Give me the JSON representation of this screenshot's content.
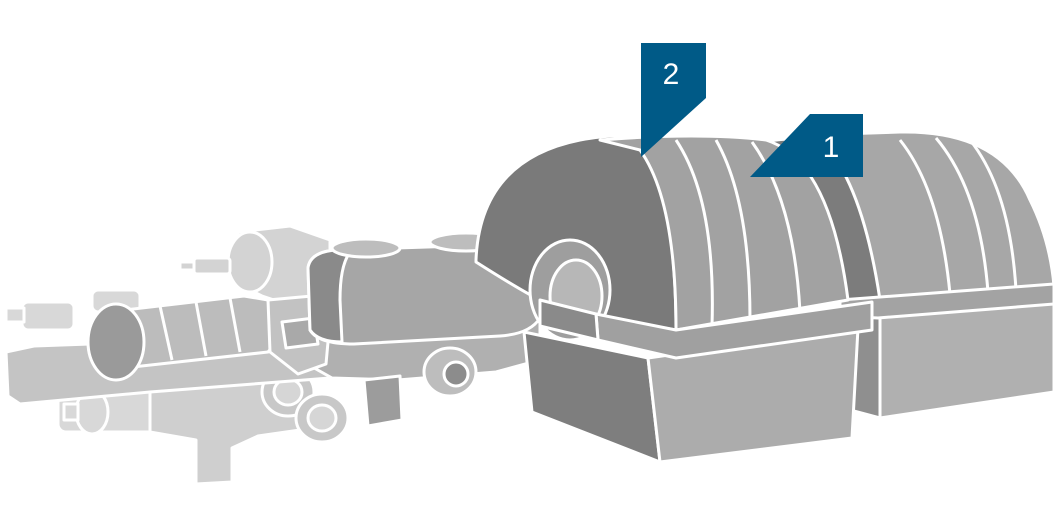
{
  "callouts": [
    {
      "id": "1",
      "label": "1"
    },
    {
      "id": "2",
      "label": "2"
    }
  ],
  "colors": {
    "callout": "#005a87",
    "outline": "#ffffff",
    "dark": "#6e6e6e",
    "mid": "#8c8c8c",
    "light": "#a8a8a8",
    "lighter": "#c2c2c2",
    "lightest": "#d7d7d7"
  }
}
